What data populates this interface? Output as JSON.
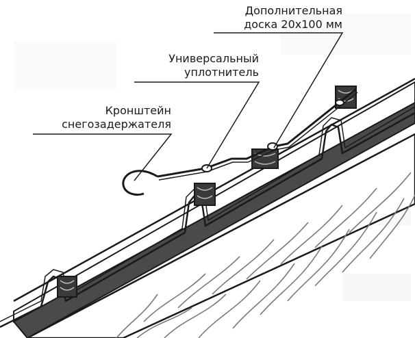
{
  "labels": {
    "board": {
      "line1": "Дополнительная",
      "line2": "доска 20х100 мм"
    },
    "sealant": {
      "line1": "Универсальный",
      "line2": "уплотнитель"
    },
    "bracket": {
      "line1": "Кронштейн",
      "line2": "снегозадержателя"
    }
  },
  "colors": {
    "ink": "#1a1a1a",
    "paper": "#ffffff",
    "wood": "#3a3a3a",
    "insulation": "#8c8c8c",
    "background_text": "#d8d8d8"
  }
}
